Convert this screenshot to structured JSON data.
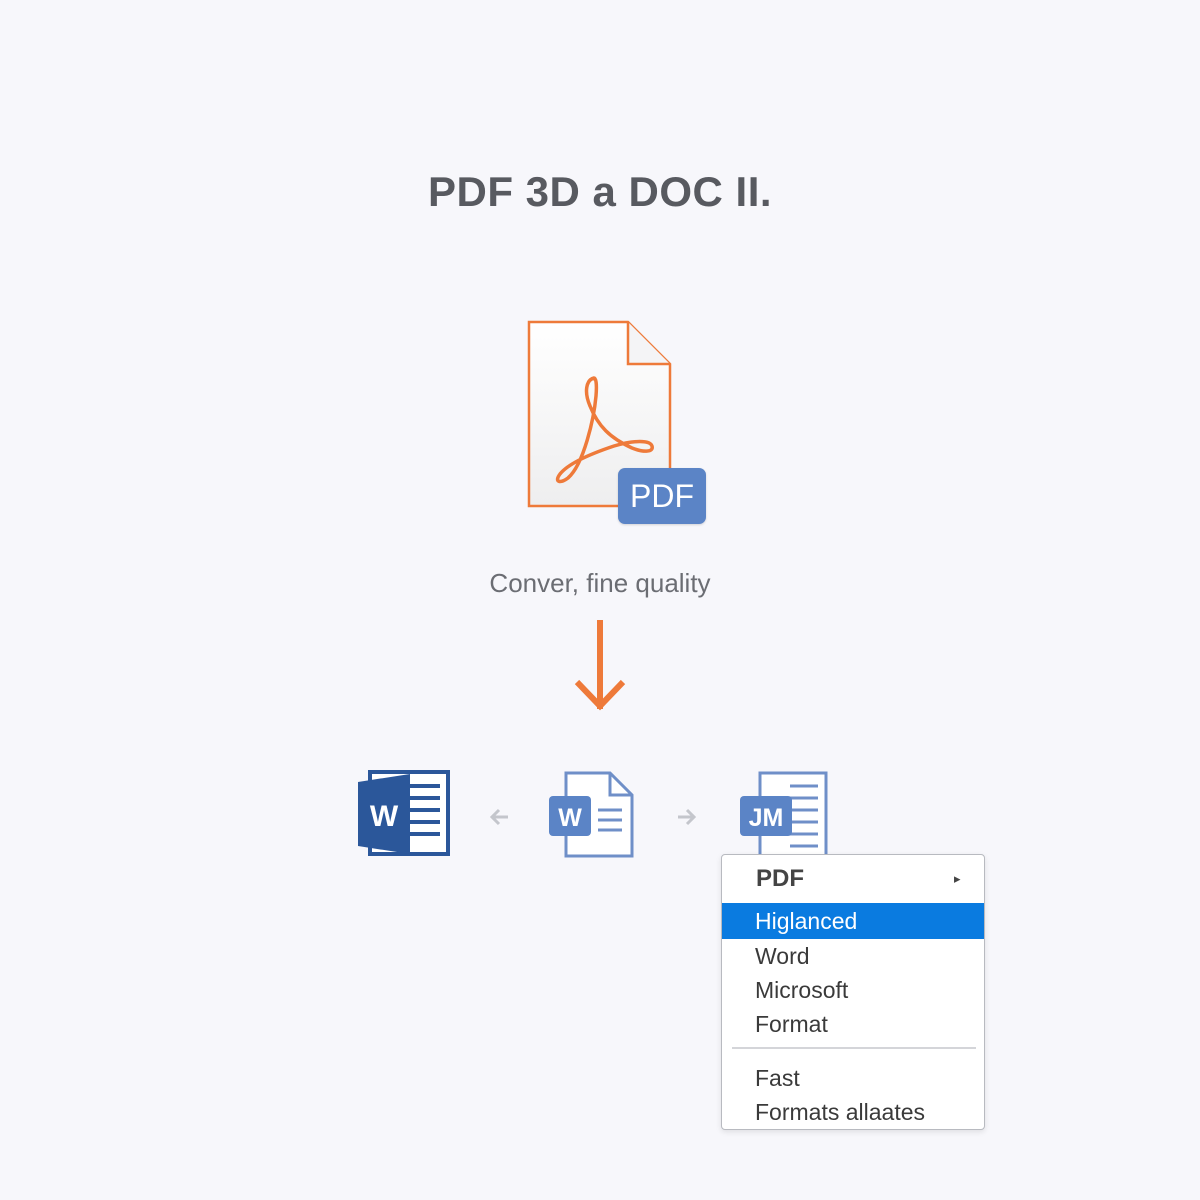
{
  "page": {
    "title": "PDF 3D a DOC II.",
    "subtitle": "Conver, fine quality"
  },
  "pdf_file": {
    "badge": "PDF",
    "icon": "acrobat-pdf-icon"
  },
  "conversion": {
    "arrow_icon": "down-arrow-icon",
    "word_icons": [
      {
        "icon": "word-icon",
        "letter": "W"
      },
      {
        "icon": "word-document-icon",
        "letter": "W"
      },
      {
        "icon": "word-document-stack-icon",
        "letter": "JM"
      }
    ]
  },
  "menu": {
    "header": "PDF",
    "header_submenu_indicator": "▸",
    "items": [
      {
        "label": "Higlanced",
        "selected": true
      },
      {
        "label": "Word"
      },
      {
        "label": "Microsoft"
      },
      {
        "label": "Format"
      },
      {
        "label": "Fast"
      },
      {
        "label": "Formats allaates"
      }
    ]
  },
  "colors": {
    "accent_orange": "#ee7a3a",
    "word_blue": "#2b579a",
    "selection_blue": "#0a7be0",
    "badge_blue": "#5b84c6"
  }
}
